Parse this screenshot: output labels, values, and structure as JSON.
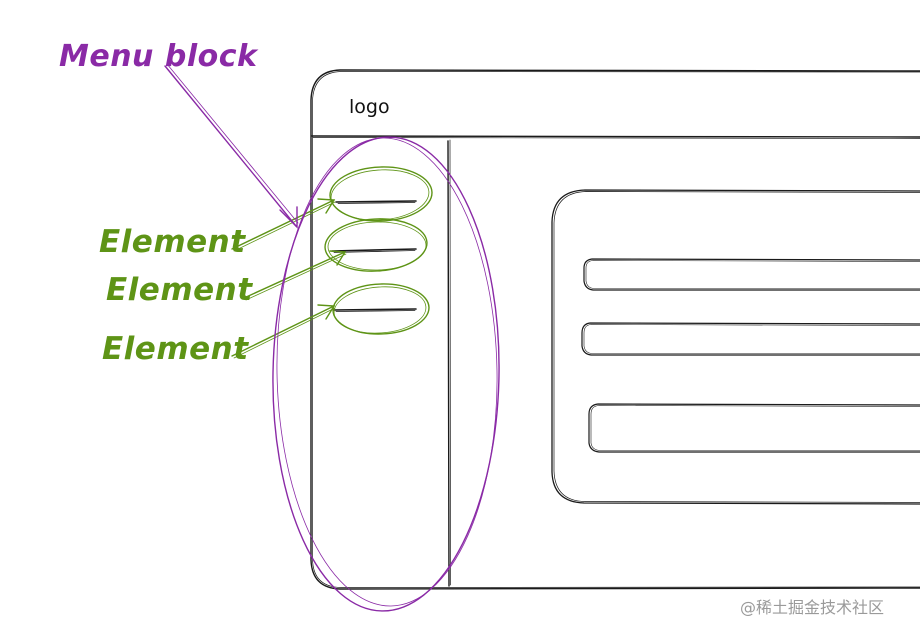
{
  "annotations": {
    "menu_block": "Menu block",
    "elements": [
      "Element",
      "Element",
      "Element"
    ]
  },
  "mockup": {
    "logo": "logo"
  },
  "watermark": "@稀土掘金技术社区",
  "colors": {
    "menu_annotation": "#8a2aa6",
    "element_annotation": "#5e9416",
    "sketch_line": "#1a1a1a"
  }
}
